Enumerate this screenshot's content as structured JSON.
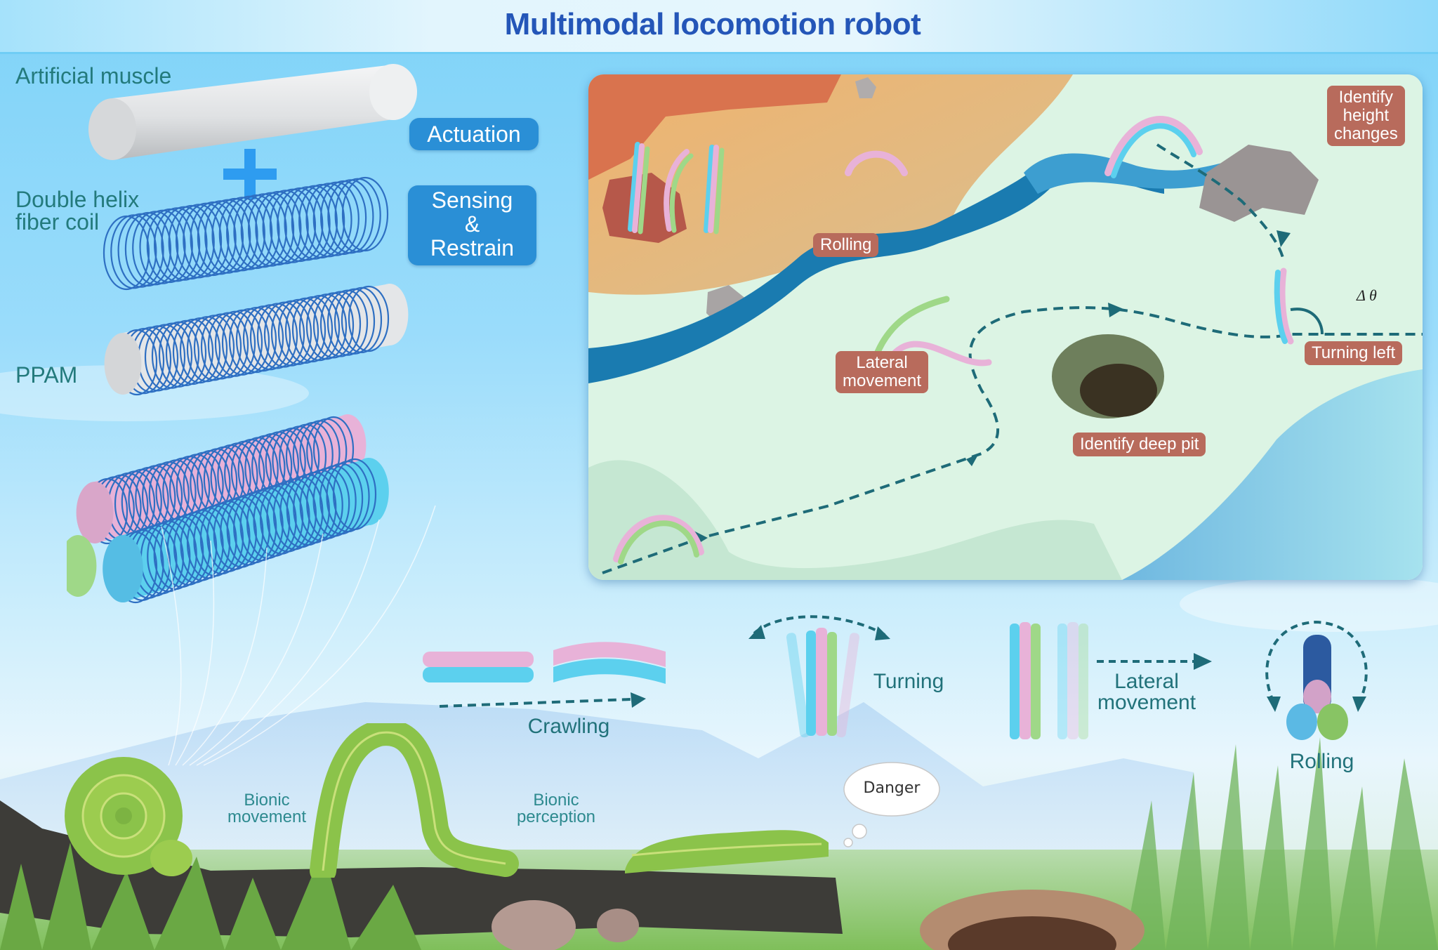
{
  "header": {
    "title": "Multimodal locomotion robot"
  },
  "components": {
    "artificial_muscle_label": "Artificial muscle",
    "fiber_coil_label_line1": "Double helix",
    "fiber_coil_label_line2": "fiber coil",
    "ppam_label": "PPAM",
    "plus_symbol": "+",
    "actuation_badge": "Actuation",
    "sensing_badge_line1": "Sensing",
    "sensing_badge_line2": "&",
    "sensing_badge_line3": "Restrain"
  },
  "map_scene": {
    "labels": {
      "rolling": "Rolling",
      "identify_height_line1": "Identify",
      "identify_height_line2": "height",
      "identify_height_line3": "changes",
      "lateral_line1": "Lateral",
      "lateral_line2": "movement",
      "turning_left": "Turning left",
      "identify_pit": "Identify deep pit",
      "delta_theta": "Δ θ"
    },
    "colors": {
      "label_bg": "#b86b5c",
      "path": "#1e6b78",
      "river": "#1a7bb0",
      "sand": "#e8c07c",
      "grass": "#dcf4e4"
    }
  },
  "locomotion_modes": {
    "crawling": "Crawling",
    "turning": "Turning",
    "lateral_line1": "Lateral",
    "lateral_line2": "movement",
    "rolling": "Rolling"
  },
  "bionics": {
    "bionic_movement_line1": "Bionic",
    "bionic_movement_line2": "movement",
    "bionic_perception_line1": "Bionic",
    "bionic_perception_line2": "perception",
    "danger_bubble": "Danger"
  },
  "palette": {
    "robot_pink": "#e8b2d8",
    "robot_cyan": "#5cd0ee",
    "robot_green": "#9fd888",
    "coil_blue": "#2e6fc2",
    "title_blue": "#2456b8",
    "teal_text": "#237a7c",
    "badge_blue": "#2a8fd6"
  }
}
